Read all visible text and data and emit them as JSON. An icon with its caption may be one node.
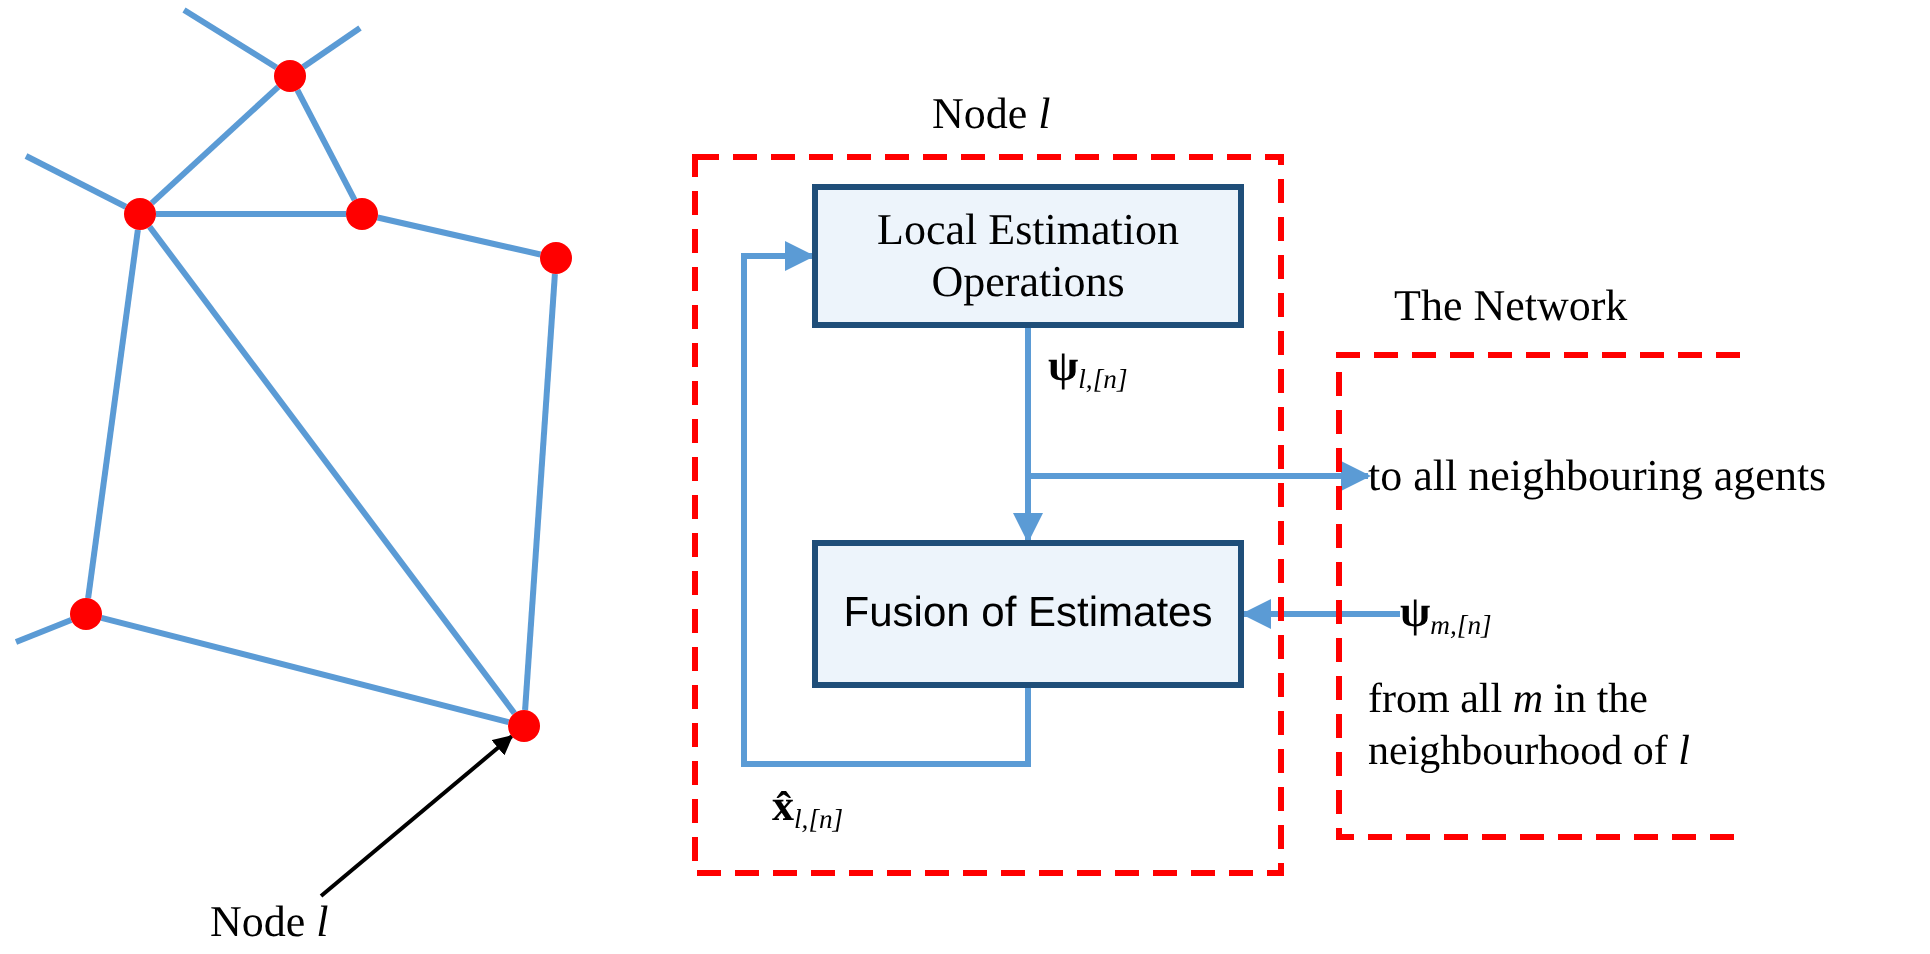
{
  "diagram": {
    "nodes": [
      {
        "text": [],
        "shape": "circle"
      },
      {
        "text": [],
        "shape": "circle"
      },
      {
        "text": [],
        "shape": "circle"
      },
      {
        "text": [],
        "shape": "circle"
      },
      {
        "text": [],
        "shape": "circle"
      },
      {
        "text": [],
        "shape": "circle"
      },
      {
        "text": [
          "Node *l*"
        ]
      },
      {
        "text": [
          "Node *l*"
        ]
      },
      {
        "text": [
          "Local Estimation Operations"
        ],
        "in": 7
      },
      {
        "text": [
          "Fusion of Estimates"
        ],
        "in": 7
      },
      {
        "text": [
          "The Network"
        ]
      },
      {
        "text": [
          "to all neighbouring agents"
        ],
        "in": 10
      },
      {
        "text": [
          "**ψ**$_{m,[n]}$"
        ],
        "in": 10
      }
    ],
    "edges": [
      {
        "from": 0,
        "to": 1,
        "arrow": "none"
      },
      {
        "from": 0,
        "to": 2,
        "arrow": "none"
      },
      {
        "from": 1,
        "to": 2,
        "arrow": "none"
      },
      {
        "from": 2,
        "to": 3,
        "arrow": "none"
      },
      {
        "from": 1,
        "to": 4,
        "arrow": "none"
      },
      {
        "from": 1,
        "to": 5,
        "arrow": "none"
      },
      {
        "from": 3,
        "to": 5,
        "arrow": "none"
      },
      {
        "from": 4,
        "to": 5,
        "arrow": "none"
      },
      {
        "from": 0,
        "to": null,
        "arrow": "none"
      },
      {
        "from": 0,
        "to": null,
        "arrow": "none"
      },
      {
        "from": 1,
        "to": null,
        "arrow": "none"
      },
      {
        "from": 4,
        "to": null,
        "arrow": "none"
      },
      {
        "from": 6,
        "to": 5,
        "arrow": "to",
        "color": "#000000"
      },
      {
        "from": 8,
        "to": 9,
        "arrow": "to",
        "label": "**ψ**$_{l,[n]}$"
      },
      {
        "from": 8,
        "to": 11,
        "arrow": "to"
      },
      {
        "from": 9,
        "to": 8,
        "arrow": "to",
        "label": "**x̂**$_{l,[n]}$"
      },
      {
        "from": 12,
        "to": 9,
        "arrow": "to"
      }
    ],
    "labels": [
      "from all *m* in the neighbourhood of  *l*"
    ]
  }
}
